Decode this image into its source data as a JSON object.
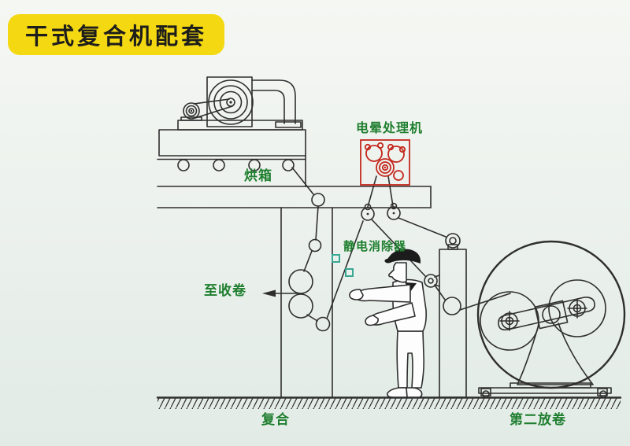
{
  "title": {
    "text": "干式复合机配套"
  },
  "annotations": {
    "oven": {
      "text": "烘箱"
    },
    "corona_treater": {
      "text": "电晕处理机"
    },
    "static_eliminator": {
      "text": "静电消除器"
    },
    "to_rewinder": {
      "text": "至收卷"
    },
    "laminating_station": {
      "text": "复合"
    },
    "second_unwinder": {
      "text": "第二放卷"
    }
  },
  "colors": {
    "title_bg": "#f4d912",
    "title_fg": "#1d1d1b",
    "label_green": "#1e7e2e",
    "corona_red": "#c4281e",
    "static_teal": "#3aa795",
    "line": "#2e2e2e",
    "bg_top": "#f5f7f3",
    "bg_bottom": "#e2ebe6",
    "cap_dark": "#1c1c1c"
  }
}
